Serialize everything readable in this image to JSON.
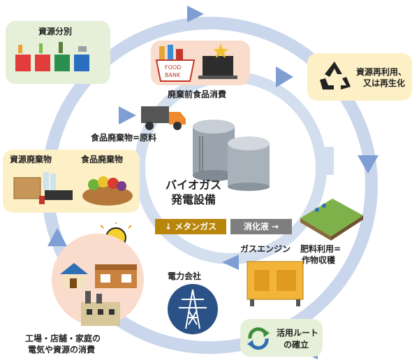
{
  "labels": {
    "sorting": "資源分別",
    "recycle_line1": "資源再利用、",
    "recycle_line2": "又は再生化",
    "food_bank": "廃棄前食品消費",
    "food_waste_raw": "食品廃棄物=原料",
    "resource_waste": "資源廃棄物",
    "food_waste": "食品廃棄物",
    "biogas_line1": "バイオガス",
    "biogas_line2": "発電設備",
    "methane": "↓ メタンガス",
    "digestate": "消化液 →",
    "gas_engine": "ガスエンジン",
    "fertilizer_line1": "肥料利用=",
    "fertilizer_line2": "作物収穫",
    "power_company": "電力会社",
    "consumption_line1": "工場・店舗・家庭の",
    "consumption_line2": "電気や資源の消費",
    "route_line1": "活用ルート",
    "route_line2": "の確立",
    "food_bank_sign_line1": "FOOD",
    "food_bank_sign_line2": "BANK"
  },
  "colors": {
    "ring": "#c9d6ec",
    "arrow": "#7f9ed3",
    "panel_green": "#e6f0d8",
    "panel_peach": "#f9dccb",
    "panel_yellow": "#fdf0c6",
    "methane_bar": "#b8860b",
    "digestate_bar": "#7f7f7f",
    "gas_engine": "#f3b43a",
    "power_circle": "#2b5287"
  },
  "icons": [
    "recycle-bins-icon",
    "food-bank-icon",
    "truck-icon",
    "tanks-icon",
    "boxes-icon",
    "vegetables-icon",
    "lightbulb-icon",
    "house-icon",
    "restaurant-icon",
    "factory-icon",
    "power-tower-icon",
    "generator-icon",
    "farmland-icon",
    "recycle-icon",
    "cycle-arrows-icon"
  ]
}
